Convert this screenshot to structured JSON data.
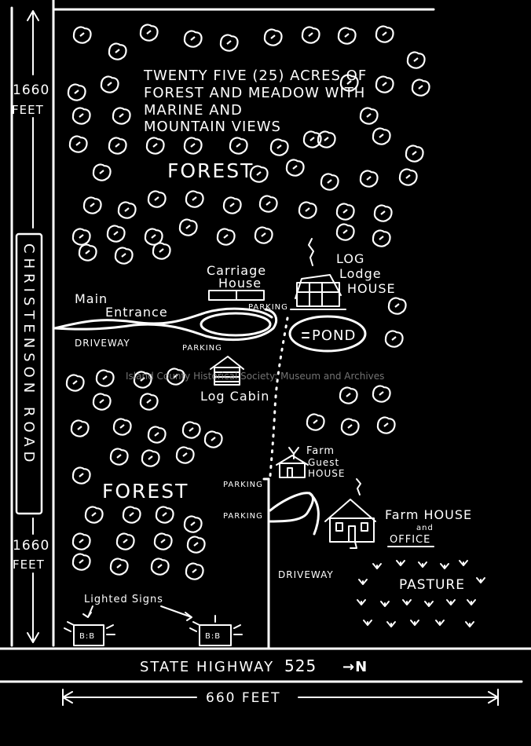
{
  "map": {
    "intro_lines": [
      "TWENTY FIVE (25) ACRES OF",
      "FOREST AND MEADOW WITH",
      "MARINE AND",
      "MOUNTAIN VIEWS"
    ],
    "forest_north_label": "FOREST",
    "forest_south_label": "FOREST",
    "pasture_label": "PASTURE",
    "pond_label": "POND",
    "road_label": "CHRISTENSON ROAD",
    "highway_label": "STATE HIGHWAY",
    "highway_number": "525",
    "north_arrow": "→N",
    "side_dimension": [
      "1660",
      "FEET"
    ],
    "side_dimension_lower": [
      "1660",
      "FEET"
    ],
    "bottom_dimension": "660 FEET",
    "main_entrance": [
      "Main",
      "Entrance"
    ],
    "driveway_west": "DRIVEWAY",
    "driveway_east": "DRIVEWAY",
    "parking_labels": [
      "PARKING",
      "PARKING",
      "PARKING",
      "PARKING"
    ],
    "carriage_house": [
      "Carriage",
      "House"
    ],
    "log_lodge": [
      "LOG",
      "Lodge",
      "HOUSE"
    ],
    "log_cabin": "Log Cabin",
    "guest_house": [
      "Farm",
      "Guest",
      "HOUSE"
    ],
    "farm_house": [
      "Farm HOUSE",
      "and",
      "OFFICE"
    ],
    "signs_label": "Lighted Signs",
    "sign_text": "B:B",
    "watermark": "Island County Historical Society: Museum and Archives"
  }
}
